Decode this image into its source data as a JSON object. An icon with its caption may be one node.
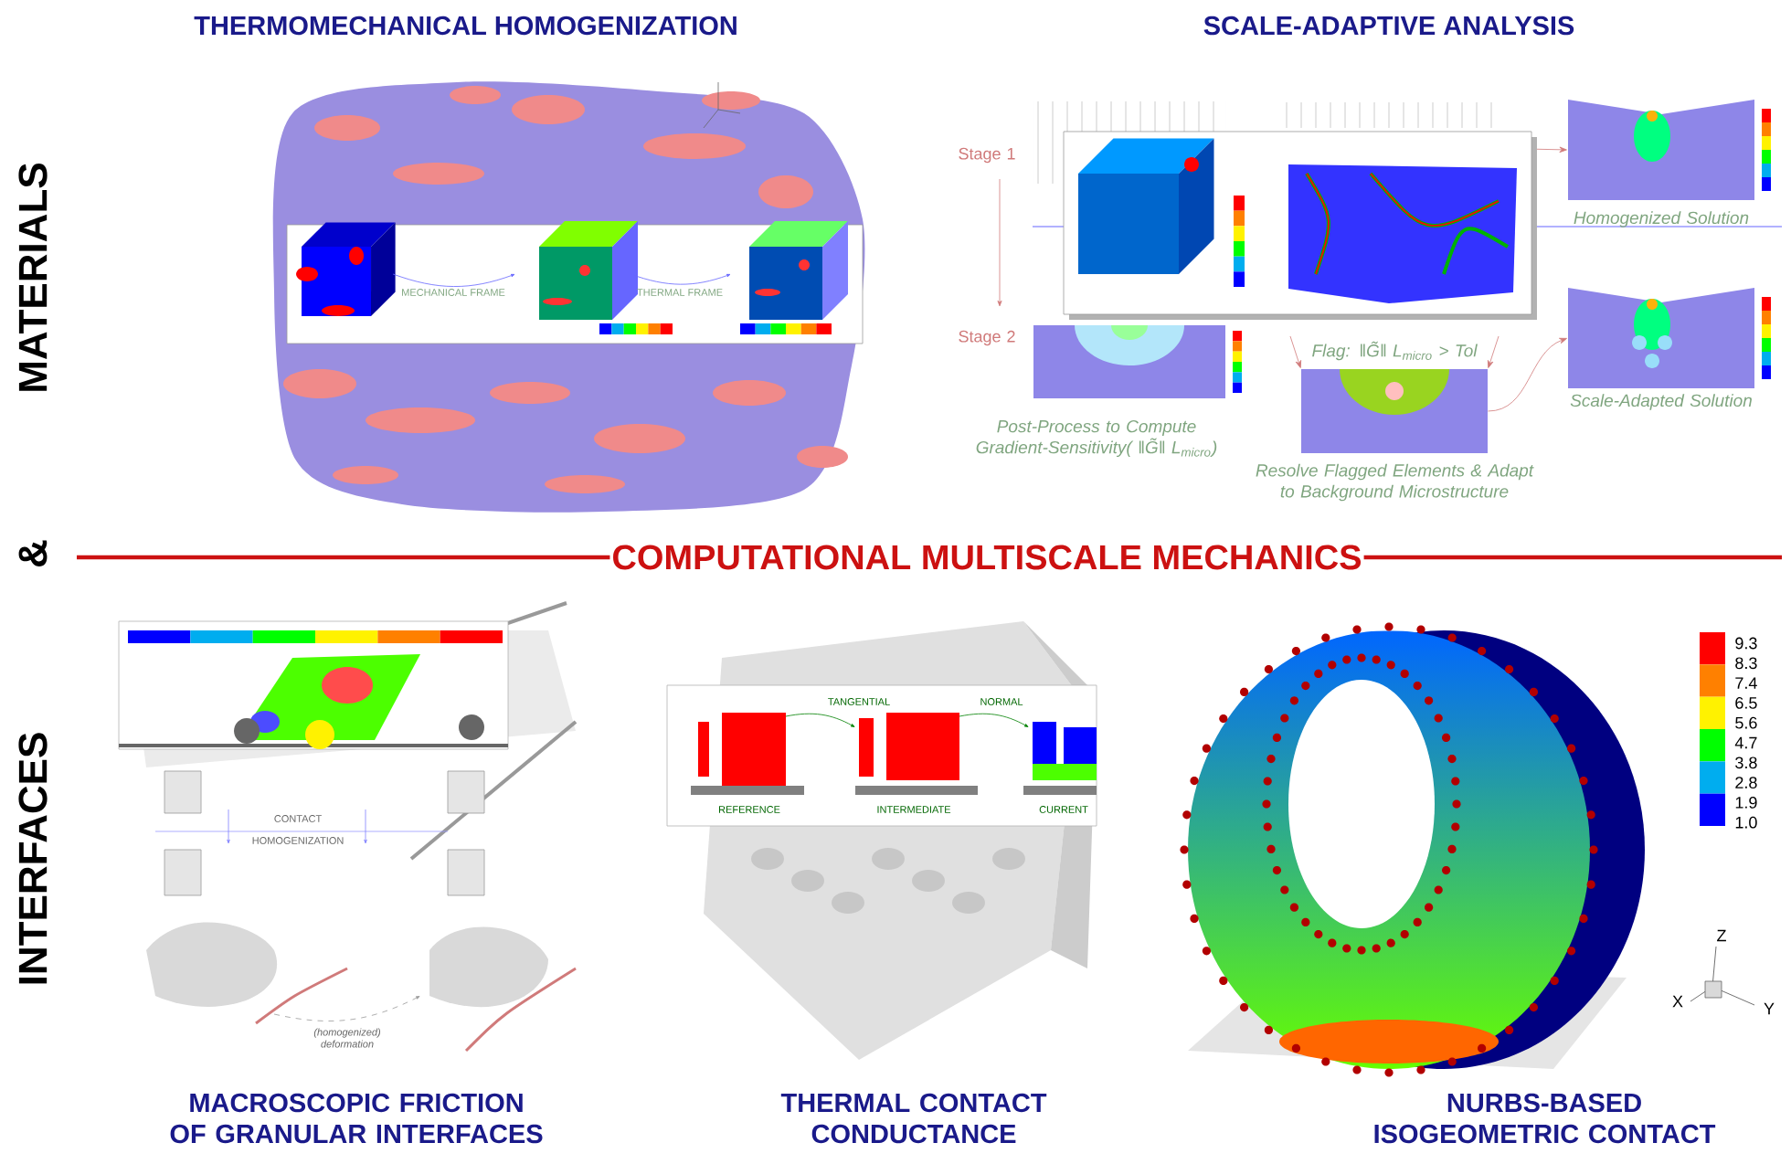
{
  "diagram": {
    "nodes": [
      {
        "text": [],
        "shape": "picture",
        "beside": [
          "Stage 1"
        ]
      },
      {
        "text": [],
        "shape": "picture",
        "beside": [
          "Homogenized Solution"
        ]
      },
      {
        "text": [],
        "shape": "picture",
        "beside": [
          "Stage 2",
          "Post-Process to Compute Gradient-Sensitivity( ‖G̃‖ L$_{micro}$)"
        ]
      },
      {
        "text": [],
        "shape": "picture",
        "beside": [
          "Flag: ‖G̃‖ L$_{micro}$ > Tol",
          "Resolve Flagged Elements & Adapt to Background Microstructure"
        ]
      },
      {
        "text": [],
        "shape": "picture",
        "beside": [
          "Scale-Adapted Solution"
        ]
      }
    ],
    "edges": [
      {
        "from": 0,
        "to": 1,
        "arrow": "to"
      },
      {
        "from": null,
        "to": 3,
        "arrow": "to"
      },
      {
        "from": null,
        "to": 3,
        "arrow": "to"
      },
      {
        "from": 3,
        "to": 4,
        "arrow": "to"
      }
    ],
    "labels": [
      "THERMOMECHANICAL HOMOGENIZATION",
      "SCALE-ADAPTIVE ANALYSIS",
      "MATERIALS",
      "MECHANICAL FRAME",
      "THERMAL FRAME",
      "&",
      "COMPUTATIONAL MULTISCALE MECHANICS",
      "9.3",
      "8.3",
      "7.4",
      "6.5",
      "5.6",
      "4.7",
      "3.8",
      "2.8",
      "1.9",
      "1.0",
      "TANGENTIAL",
      "NORMAL",
      "CONTACT",
      "HOMOGENIZATION",
      "REFERENCE",
      "INTERMEDIATE",
      "CURRENT",
      "INTERFACES",
      "(homogenized) deformation",
      "Z",
      "X",
      "Y",
      "MACROSCOPIC FRICTION OF GRANULAR INTERFACES",
      "THERMAL CONTACT CONDUCTANCE",
      "NURBS-BASED ISOGEOMETRIC CONTACT"
    ]
  }
}
